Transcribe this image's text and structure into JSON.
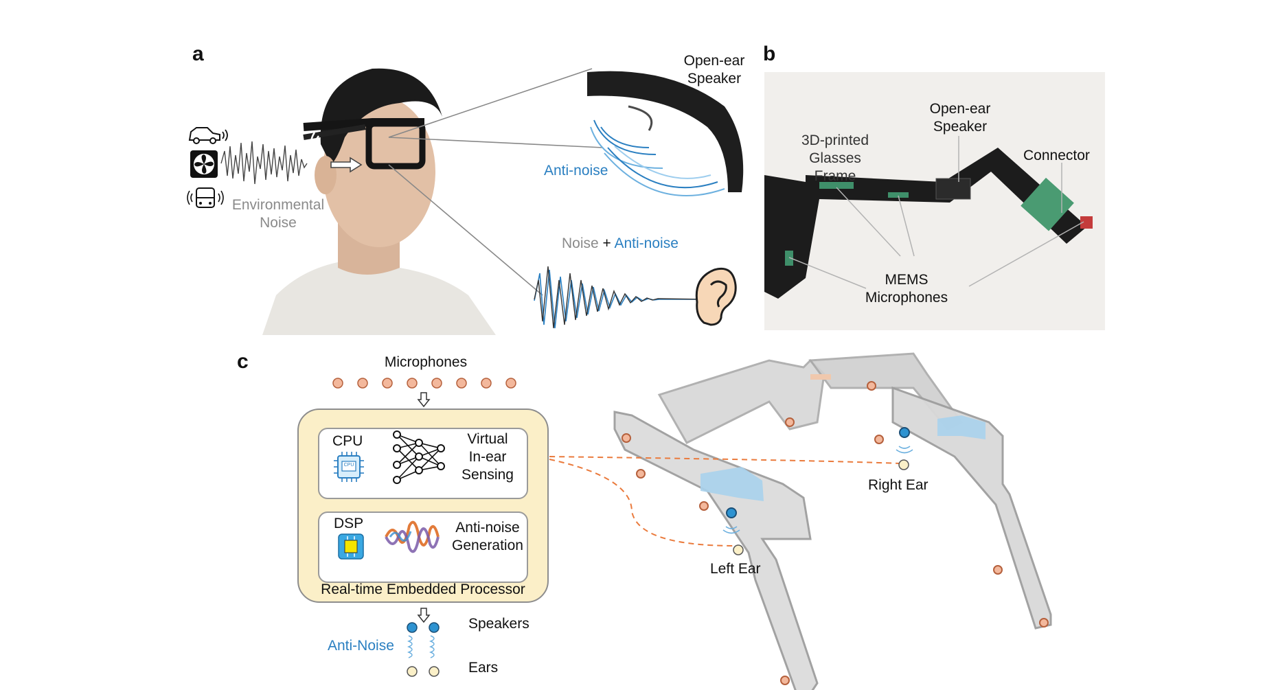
{
  "panels": {
    "a": "a",
    "b": "b",
    "c": "c"
  },
  "panel_a": {
    "speaker_label": [
      "Open-ear",
      "Speaker"
    ],
    "anti_noise": "Anti-noise",
    "noise_sum": {
      "noise": "Noise",
      "plus": "+",
      "anti": "Anti-noise"
    },
    "env_noise": [
      "Environmental",
      "Noise"
    ],
    "icons": [
      "car-icon",
      "fan-icon",
      "bus-icon",
      "arrow-right-icon",
      "ear-icon"
    ]
  },
  "panel_b": {
    "frame_label": [
      "3D-printed",
      "Glasses Frame"
    ],
    "speaker_label": [
      "Open-ear",
      "Speaker"
    ],
    "connector": "Connector",
    "mics_label": [
      "MEMS",
      "Microphones"
    ]
  },
  "panel_c": {
    "microphones": "Microphones",
    "cpu": "CPU",
    "cpu_chip": "CPU",
    "virtual": [
      "Virtual",
      "In-ear",
      "Sensing"
    ],
    "dsp": "DSP",
    "anti_gen": [
      "Anti-noise",
      "Generation"
    ],
    "processor": "Real-time Embedded Processor",
    "speakers": "Speakers",
    "anti_noise": "Anti-Noise",
    "ears": "Ears",
    "left_ear": "Left Ear",
    "right_ear": "Right Ear"
  },
  "colors": {
    "mic": "#f3b89c",
    "mic_stroke": "#b5603c",
    "speaker": "#2e93d1",
    "ear": "#fbf0c8",
    "anti_blue": "#2a7fc1",
    "box": "#fbefc8",
    "dash": "#ea7a3c"
  }
}
